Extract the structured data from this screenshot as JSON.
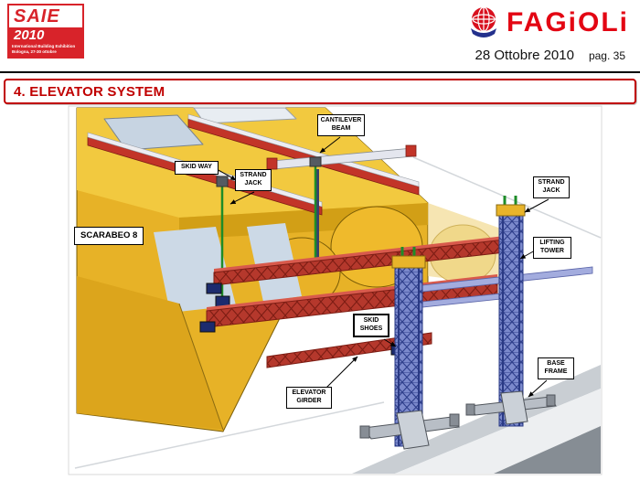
{
  "header": {
    "saie": {
      "name": "SAIE",
      "year": "2010",
      "sub1": "International Building Exhibition",
      "sub2": "Bologna, 27-30 ottobre"
    },
    "fagioli_wordmark": "FAGiOLi",
    "date": "28 Ottobre 2010",
    "page": "pag. 35"
  },
  "title": "4. ELEVATOR SYSTEM",
  "diagram": {
    "labels": {
      "cantilever_beam": "CANTILEVER BEAM",
      "skid_way": "SKID WAY",
      "strand_jack_left": "STRAND JACK",
      "scarabeo": "SCARABEO 8",
      "strand_jack_right": "STRAND JACK",
      "lifting_tower": "LIFTING TOWER",
      "skid_shoes": "SKID SHOES",
      "elevator_girder": "ELEVATOR GIRDER",
      "base_frame": "BASE FRAME"
    },
    "colors": {
      "hull_yellow": "#E8B42A",
      "girder_red": "#B23228",
      "tower_blue": "#6B7CC4",
      "strand_green": "#1E8C28",
      "base_gray": "#AEB4BC",
      "title_red": "#C00000",
      "fagioli_red": "#E30613"
    }
  }
}
